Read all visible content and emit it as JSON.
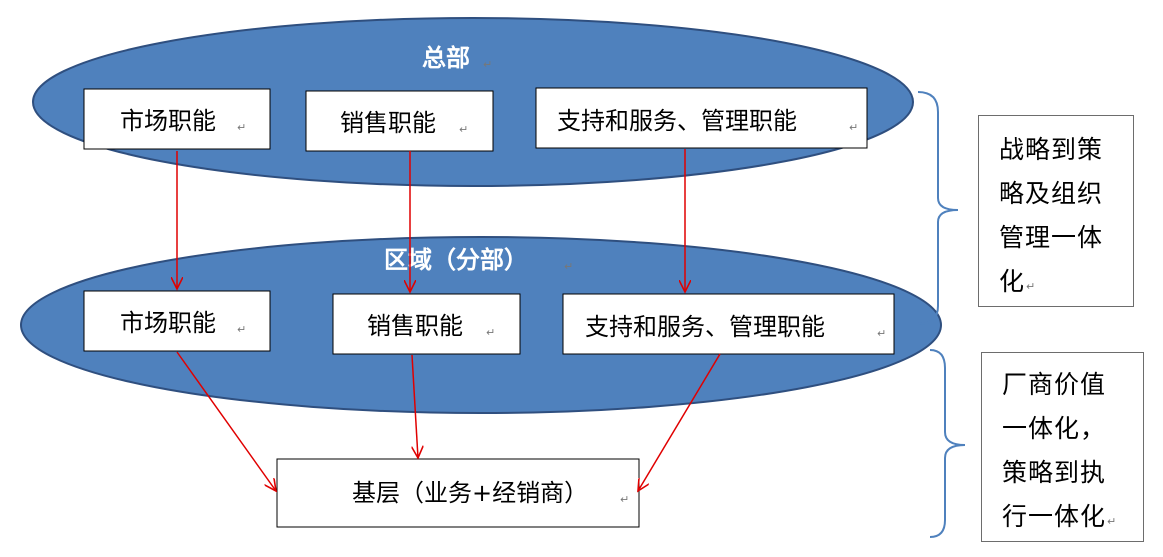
{
  "hq": {
    "title": "总部",
    "boxes": [
      "市场职能",
      "销售职能",
      "支持和服务、管理职能"
    ]
  },
  "region": {
    "title": "区域（分部）",
    "boxes": [
      "市场职能",
      "销售职能",
      "支持和服务、管理职能"
    ]
  },
  "base": {
    "label": "基层（业务+经销商）"
  },
  "notes": {
    "strategy": [
      "战略到策",
      "略及组织",
      "管理一体",
      "化"
    ],
    "value": [
      "厂商价值",
      "一体化，",
      "策略到执",
      "行一体化"
    ]
  },
  "paragraph_mark": "↵",
  "colors": {
    "ellipse_fill": "#4f81bd",
    "ellipse_stroke": "#2f4f7f",
    "arrow": "#e00000",
    "bracket": "#4f81bd"
  }
}
